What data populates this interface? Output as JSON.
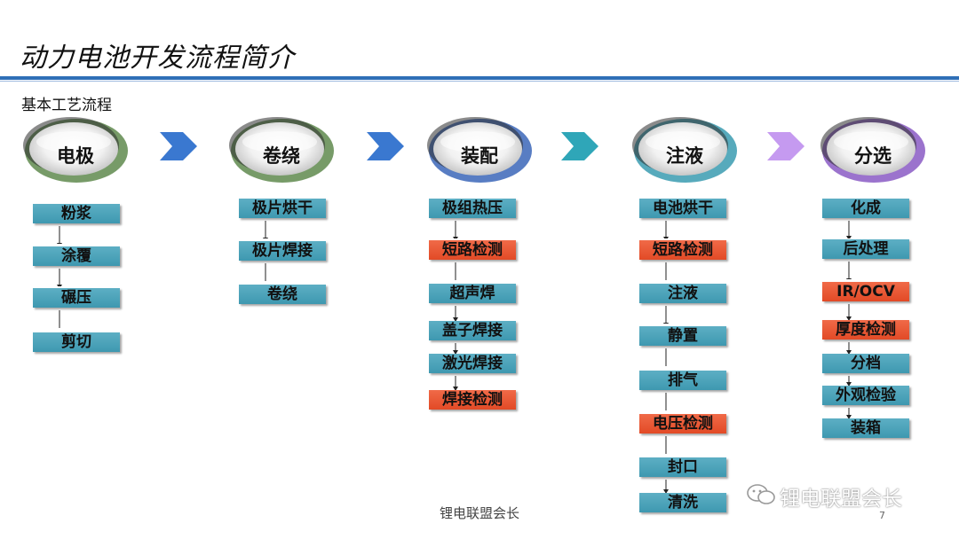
{
  "title": "动力电池开发流程简介",
  "subtitle": "基本工艺流程",
  "stages": [
    {
      "label": "电极",
      "color": "#5f8a4e",
      "steps": [
        {
          "label": "粉浆",
          "highlight": false
        },
        {
          "label": "涂覆",
          "highlight": false
        },
        {
          "label": "碾压",
          "highlight": false
        },
        {
          "label": "剪切",
          "highlight": false
        }
      ]
    },
    {
      "label": "卷绕",
      "color": "#5f8a4e",
      "steps": [
        {
          "label": "极片烘干",
          "highlight": false
        },
        {
          "label": "极片焊接",
          "highlight": false
        },
        {
          "label": "卷绕",
          "highlight": false
        }
      ]
    },
    {
      "label": "装配",
      "color": "#3b66b8",
      "steps": [
        {
          "label": "极组热压",
          "highlight": false
        },
        {
          "label": "短路检测",
          "highlight": true
        },
        {
          "label": "超声焊",
          "highlight": false
        },
        {
          "label": "盖子焊接",
          "highlight": false
        },
        {
          "label": "激光焊接",
          "highlight": false
        },
        {
          "label": "焊接检测",
          "highlight": true
        }
      ]
    },
    {
      "label": "注液",
      "color": "#3a9bb0",
      "steps": [
        {
          "label": "电池烘干",
          "highlight": false
        },
        {
          "label": "短路检测",
          "highlight": true
        },
        {
          "label": "注液",
          "highlight": false
        },
        {
          "label": "静置",
          "highlight": false
        },
        {
          "label": "排气",
          "highlight": false
        },
        {
          "label": "电压检测",
          "highlight": true
        },
        {
          "label": "封口",
          "highlight": false
        },
        {
          "label": "清洗",
          "highlight": false
        }
      ]
    },
    {
      "label": "分选",
      "color": "#8a5bc4",
      "steps": [
        {
          "label": "化成",
          "highlight": false
        },
        {
          "label": "后处理",
          "highlight": false
        },
        {
          "label": "IR/OCV",
          "highlight": true
        },
        {
          "label": "厚度检测",
          "highlight": true
        },
        {
          "label": "分档",
          "highlight": false
        },
        {
          "label": "外观检验",
          "highlight": false
        },
        {
          "label": "装箱",
          "highlight": false
        }
      ]
    }
  ],
  "chevron_colors": [
    "#3a78d0",
    "#3a78d0",
    "#2fa6b8",
    "#c59af0"
  ],
  "footer": "锂电联盟会长",
  "page_number": "7",
  "watermark": "锂电联盟会长"
}
